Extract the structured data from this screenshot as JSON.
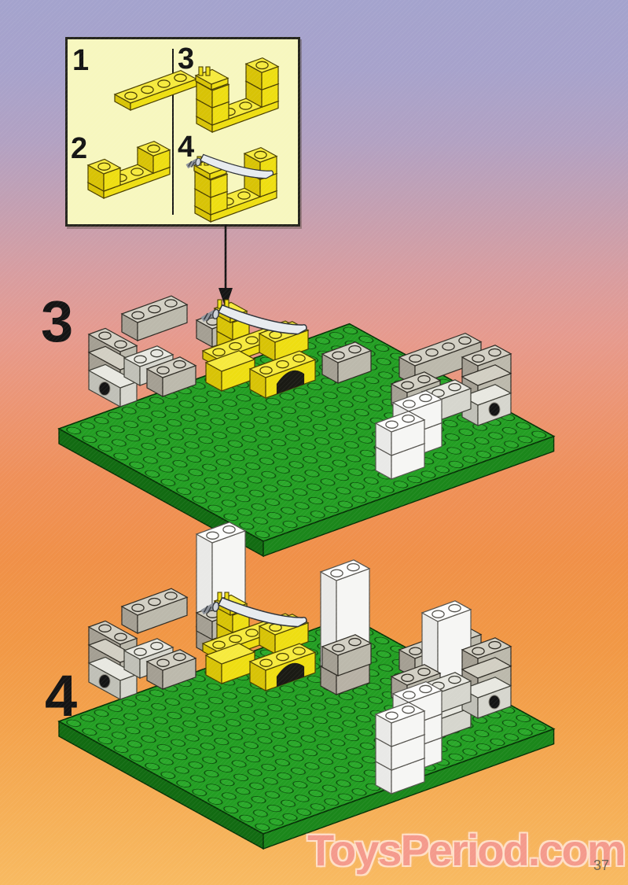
{
  "page": {
    "number": "37"
  },
  "watermark": {
    "text": "ToysPeriod.com",
    "color": "#f2948a"
  },
  "inset": {
    "sub_step_labels": [
      "1",
      "2",
      "3",
      "4"
    ]
  },
  "steps": [
    {
      "label": "3"
    },
    {
      "label": "4"
    }
  ],
  "colors": {
    "background_top": "#a4a3cd",
    "background_middle": "#ec9573",
    "background_bottom": "#f8ba61",
    "inset_background": "#f7f7bf",
    "lego_green_top": "#239e23",
    "lego_green_front": "#1b871b",
    "lego_green_side": "#126b12",
    "lego_yellow": "#eede12",
    "lego_yellow_top": "#f6ea3e",
    "lego_yellow_dark": "#d8c306",
    "lego_gray_top": "#d2cfc3",
    "lego_gray_front": "#bcb9ac",
    "lego_gray_side": "#a49f93",
    "lego_light_gray": "#e8e8e1",
    "lego_white": "#fdfdfc",
    "katana_blade": "#e7ebef",
    "outline": "#2e2b24"
  }
}
